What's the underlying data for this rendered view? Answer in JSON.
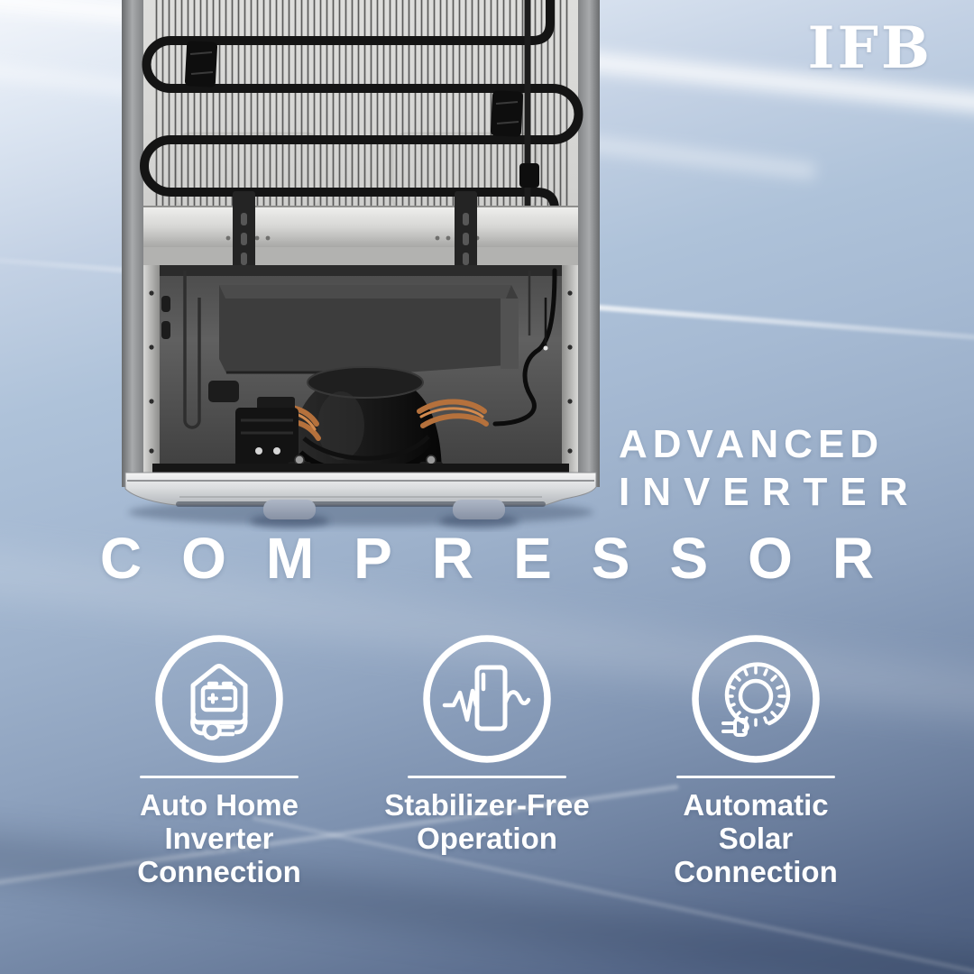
{
  "brand": {
    "logo_text": "IFB"
  },
  "headline": {
    "sub_line1": "ADVANCED",
    "sub_line2": "INVERTER",
    "main": "COMPRESSOR"
  },
  "features": [
    {
      "icon": "home-inverter-battery-plug-icon",
      "label": "Auto Home\nInverter\nConnection"
    },
    {
      "icon": "fridge-heartbeat-wave-icon",
      "label": "Stabilizer-Free\nOperation"
    },
    {
      "icon": "sun-solar-plug-icon",
      "label": "Automatic\nSolar\nConnection"
    }
  ],
  "colors": {
    "text": "#ffffff",
    "background_top": "#f3f6fb",
    "background_middle": "#a6bad3",
    "background_bottom": "#4b5d7c"
  }
}
